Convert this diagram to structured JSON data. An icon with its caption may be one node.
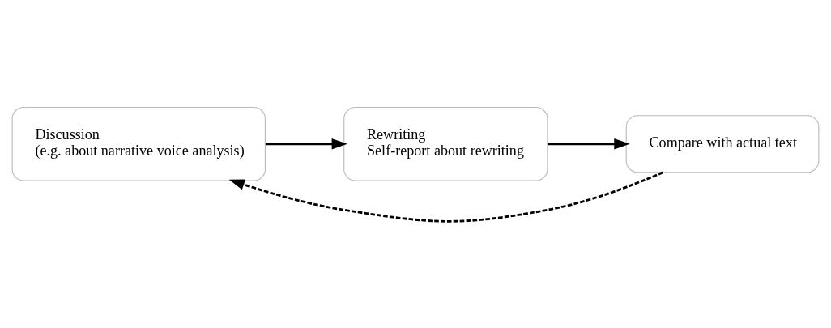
{
  "diagram": {
    "nodes": [
      {
        "text": [
          "Discussion",
          "(e.g. about narrative voice analysis)"
        ]
      },
      {
        "text": [
          "Rewriting",
          "Self-report about rewriting"
        ]
      },
      {
        "text": [
          "Compare with actual text"
        ]
      }
    ],
    "edges": [
      {
        "from": 0,
        "to": 1,
        "arrow": "to"
      },
      {
        "from": 1,
        "to": 2,
        "arrow": "to"
      },
      {
        "from": 2,
        "to": 0,
        "arrow": "to",
        "style": "dashed"
      }
    ]
  }
}
